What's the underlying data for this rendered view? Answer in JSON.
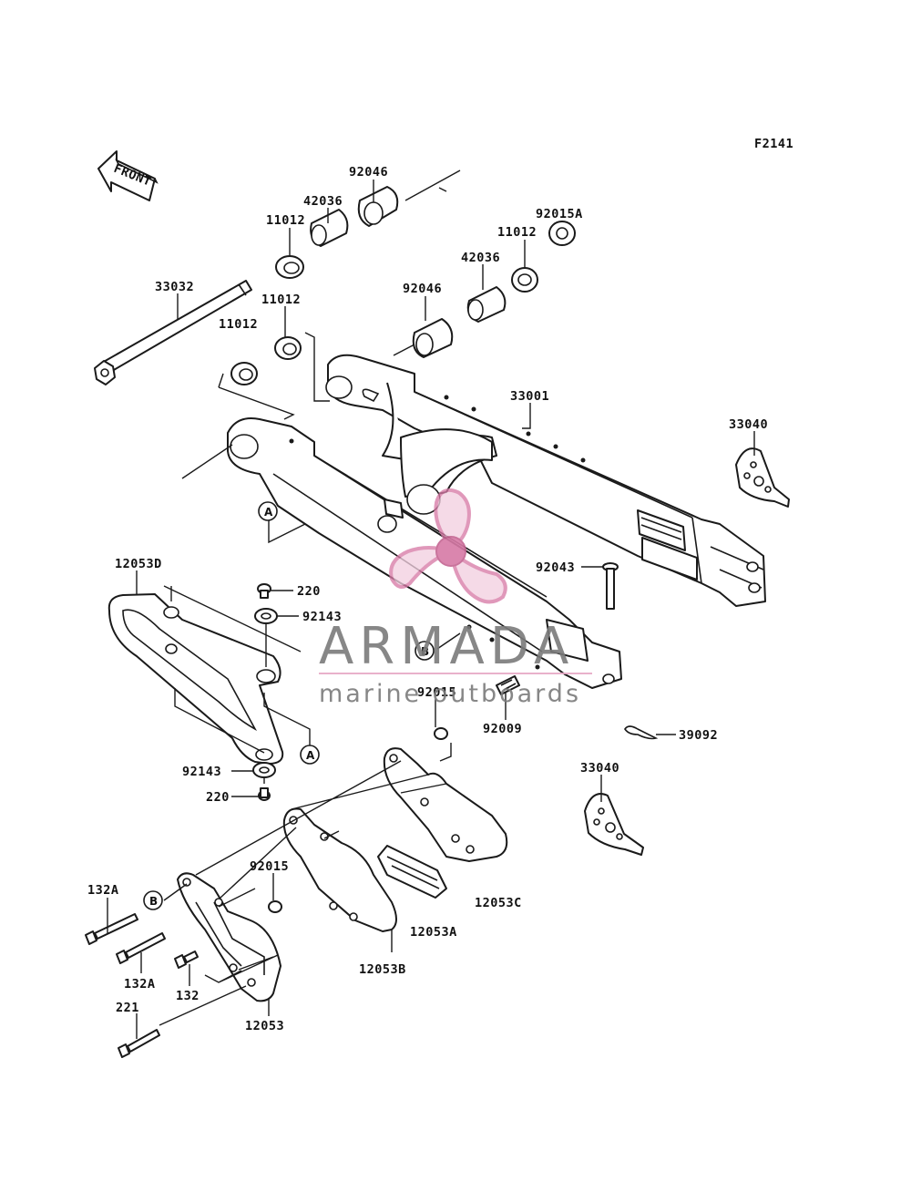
{
  "diagram_code": "F2141",
  "front_label": "FRONT",
  "watermark": {
    "brand": "ARMADA",
    "tagline": "marine outboards",
    "pink": "#d77aa6",
    "grey": "#7b7b7b"
  },
  "parts": {
    "p92046_top": "92046",
    "p42036_top": "42036",
    "p11012_top": "11012",
    "p92015A": "92015A",
    "p11012_right": "11012",
    "p42036_right": "42036",
    "p33032": "33032",
    "p11012_mid": "11012",
    "p92046_mid": "92046",
    "p11012_left": "11012",
    "p33001": "33001",
    "p33040_top": "33040",
    "p12053D": "12053D",
    "p220_top": "220",
    "p92143_top": "92143",
    "p92043": "92043",
    "p92015_mid": "92015",
    "p92009": "92009",
    "p39092": "39092",
    "p92143_bot": "92143",
    "p220_bot": "220",
    "p33040_bot": "33040",
    "p92015_low": "92015",
    "p132A_top": "132A",
    "p12053C": "12053C",
    "p12053A": "12053A",
    "p132A_bot": "132A",
    "p132": "132",
    "p12053B": "12053B",
    "p221": "221",
    "p12053": "12053"
  },
  "refs": {
    "a1": "A",
    "a2": "A",
    "b1": "B",
    "b2": "B"
  }
}
